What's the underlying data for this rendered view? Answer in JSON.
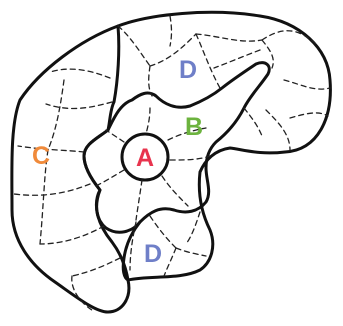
{
  "labels": {
    "a": "A",
    "b": "B",
    "c": "C",
    "d_top": "D",
    "d_bottom": "D"
  },
  "colors": {
    "a": "#e8344e",
    "b": "#6cb33e",
    "c": "#f08a3a",
    "d": "#6f7fc8",
    "outline": "#111111",
    "dash": "#222222"
  }
}
